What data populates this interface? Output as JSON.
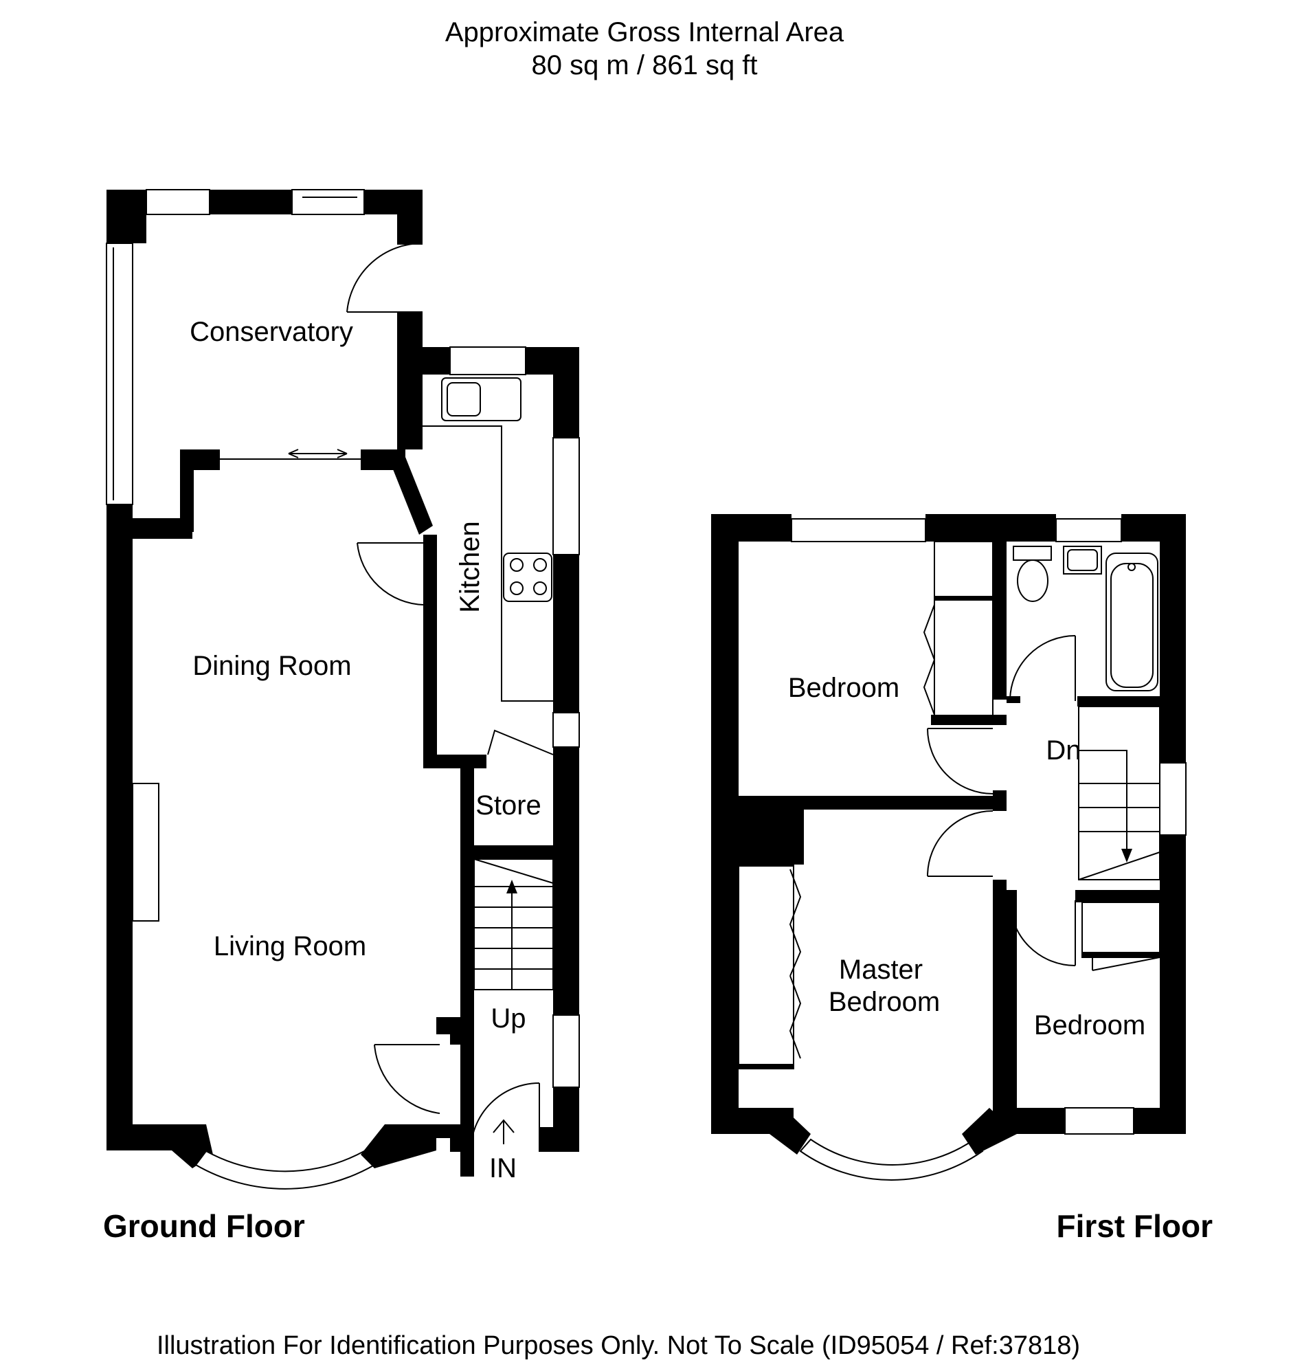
{
  "header": {
    "line1": "Approximate Gross Internal Area",
    "line2": "80 sq m / 861 sq ft"
  },
  "ground_floor": {
    "title": "Ground Floor",
    "rooms": {
      "conservatory": "Conservatory",
      "kitchen": "Kitchen",
      "dining_room": "Dining Room",
      "living_room": "Living Room",
      "store": "Store"
    },
    "stairs_label": "Up",
    "entrance_label": "IN"
  },
  "first_floor": {
    "title": "First Floor",
    "rooms": {
      "bedroom_front": "Bedroom",
      "master_line1": "Master",
      "master_line2": "Bedroom",
      "bedroom_rear": "Bedroom"
    },
    "stairs_label": "Dn"
  },
  "footer": {
    "disclaimer": "Illustration For Identification Purposes Only. Not To Scale (ID95054 / Ref:37818)"
  }
}
